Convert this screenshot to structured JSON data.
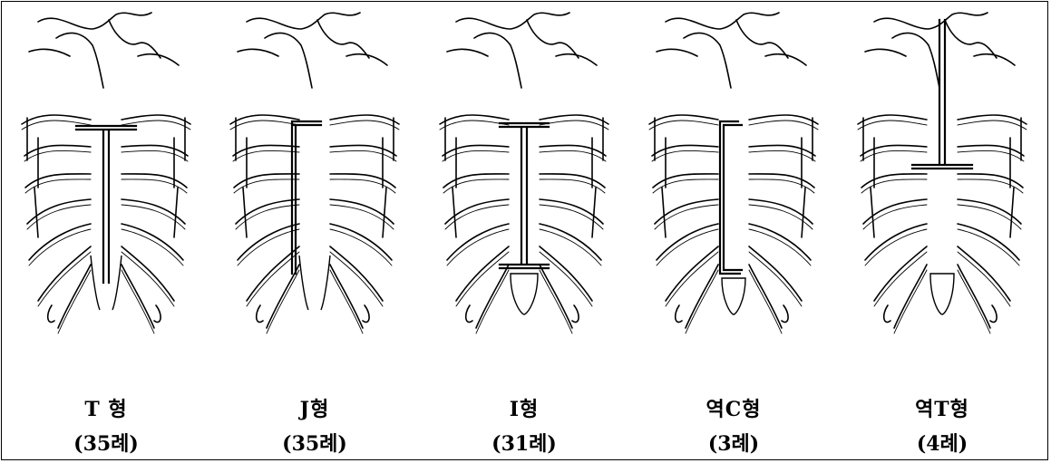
{
  "figure": {
    "panels": [
      {
        "id": "t",
        "name": "T 형",
        "count": "(35례)",
        "incision_type": "T"
      },
      {
        "id": "j",
        "name": "J형",
        "count": "(35례)",
        "incision_type": "J"
      },
      {
        "id": "i",
        "name": "I형",
        "count": "(31례)",
        "incision_type": "I"
      },
      {
        "id": "rc",
        "name": "역C형",
        "count": "(3례)",
        "incision_type": "reverse-C"
      },
      {
        "id": "rt",
        "name": "역T형",
        "count": "(4례)",
        "incision_type": "reverse-T"
      }
    ]
  }
}
